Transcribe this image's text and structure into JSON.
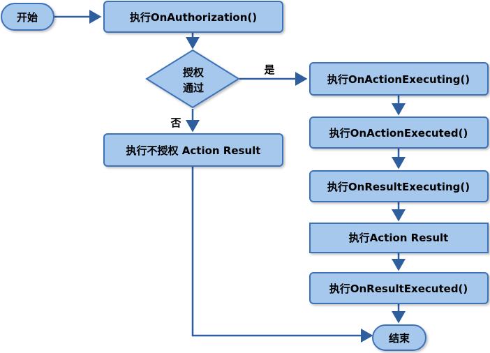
{
  "nodes": {
    "start": "开始",
    "on_authorization": "执行OnAuthorization()",
    "auth_decision_line1": "授权",
    "auth_decision_line2": "通过",
    "unauthorized_result": "执行不授权 Action Result",
    "on_action_executing": "执行OnActionExecuting()",
    "on_action_executed": "执行OnActionExecuted()",
    "on_result_executing": "执行OnResultExecuting()",
    "action_result": "执行Action Result",
    "on_result_executed": "执行OnResultExecuted()",
    "end": "结束"
  },
  "edges": {
    "yes_label": "是",
    "no_label": "否"
  },
  "colors": {
    "node_fill": "#a6c8ec",
    "node_stroke": "#3c72b8",
    "arrow": "#2e5e9e"
  }
}
